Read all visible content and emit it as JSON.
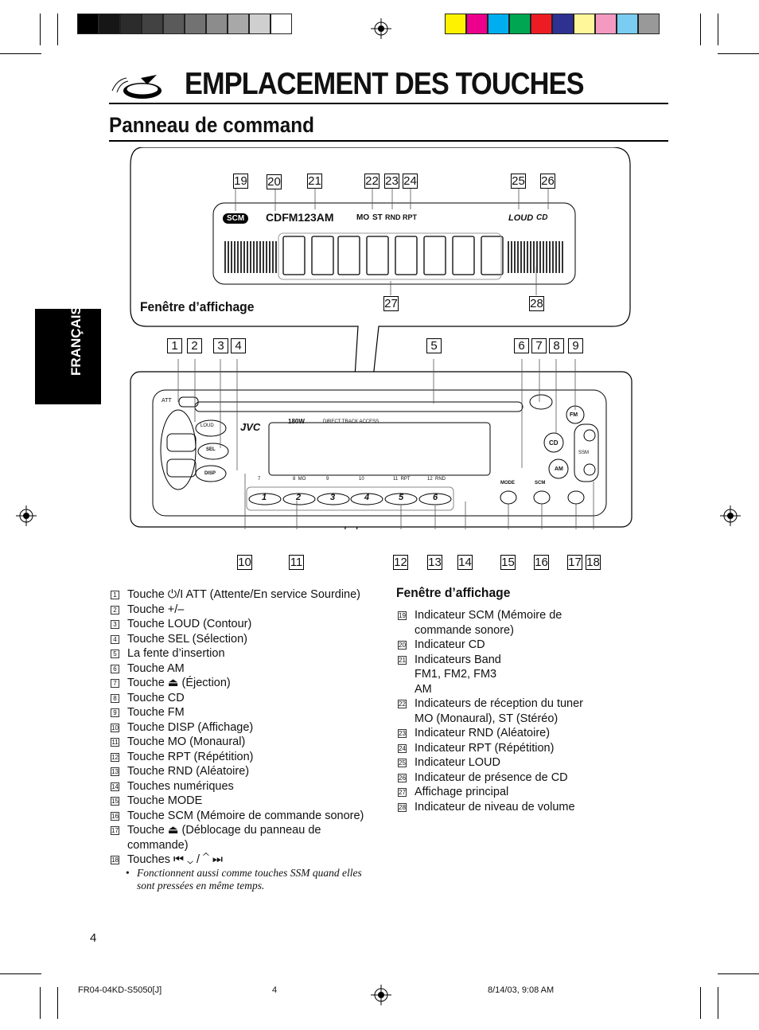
{
  "header": {
    "title": "EMPLACEMENT DES TOUCHES",
    "subtitle": "Panneau de command"
  },
  "side_tab": {
    "label": "FRANÇAIS"
  },
  "colors": {
    "gray_swatches": [
      "#000000",
      "#161616",
      "#2c2c2c",
      "#424242",
      "#5a5a5a",
      "#727272",
      "#8c8c8c",
      "#a8a8a8",
      "#cfcfcf",
      "#ffffff"
    ],
    "color_swatches": [
      "#fff200",
      "#ec008c",
      "#00aeef",
      "#00a651",
      "#ed1c24",
      "#2e3192",
      "#fff799",
      "#f49ac1",
      "#7accf0",
      "#999999"
    ]
  },
  "display_window": {
    "label": "Fenêtre d’affichage",
    "indicators": {
      "scm": "SCM",
      "band": "CDFM123AM",
      "mo": "MO",
      "st": "ST",
      "rnd": "RND",
      "rpt": "RPT",
      "loud": "LOUD",
      "cd": "CD"
    },
    "callouts": [
      "19",
      "20",
      "21",
      "22",
      "23",
      "24",
      "25",
      "26",
      "27",
      "28"
    ]
  },
  "panel": {
    "brand": "JVC",
    "model": "180W",
    "direct_track_access": "DIRECT  TRACK  ACCESS",
    "att": "ATT",
    "buttons": {
      "loud": "LOUD",
      "sel": "SEL",
      "disp": "DISP",
      "fm": "FM",
      "cd": "CD",
      "am": "AM",
      "ssm": "SSM",
      "mode": "MODE",
      "scm": "SCM"
    },
    "preset_labels": [
      "7",
      "8  MO",
      "9",
      "10",
      "11  RPT",
      "12  RND"
    ],
    "presets": [
      "1",
      "2",
      "3",
      "4",
      "5",
      "6"
    ],
    "callouts_top": [
      "1",
      "2",
      "3",
      "4",
      "5",
      "6",
      "7",
      "8",
      "9"
    ],
    "callouts_bottom": [
      "10",
      "11",
      "12",
      "13",
      "14",
      "15",
      "16",
      "17",
      "18"
    ]
  },
  "legend_left": [
    {
      "n": "1",
      "text": "Touche ⏻/I ATT (Attente/En service Sourdine)"
    },
    {
      "n": "2",
      "text": "Touche +/–"
    },
    {
      "n": "3",
      "text": "Touche LOUD (Contour)"
    },
    {
      "n": "4",
      "text": "Touche SEL (Sélection)"
    },
    {
      "n": "5",
      "text": "La fente d’insertion"
    },
    {
      "n": "6",
      "text": "Touche AM"
    },
    {
      "n": "7",
      "text": "Touche ⏏ (Éjection)"
    },
    {
      "n": "8",
      "text": "Touche CD"
    },
    {
      "n": "9",
      "text": "Touche FM"
    },
    {
      "n": "10",
      "text": "Touche DISP (Affichage)"
    },
    {
      "n": "11",
      "text": "Touche MO (Monaural)"
    },
    {
      "n": "12",
      "text": "Touche RPT (Répétition)"
    },
    {
      "n": "13",
      "text": "Touche RND (Aléatoire)"
    },
    {
      "n": "14",
      "text": "Touches numériques"
    },
    {
      "n": "15",
      "text": "Touche MODE"
    },
    {
      "n": "16",
      "text": "Touche SCM (Mémoire de commande sonore)"
    },
    {
      "n": "17",
      "text": "Touche ⏏ (Déblocage du panneau de"
    },
    {
      "n": "",
      "text": "commande)"
    },
    {
      "n": "18",
      "text": "Touches ⏮ ⌄ / ⌃ ⏭"
    }
  ],
  "legend_note": "Fonctionnent aussi comme touches SSM quand elles sont pressées en même temps.",
  "legend_right_title": "Fenêtre d’affichage",
  "legend_right": [
    {
      "n": "19",
      "text": "Indicateur SCM (Mémoire de"
    },
    {
      "n": "",
      "text": "commande sonore)"
    },
    {
      "n": "20",
      "text": "Indicateur CD"
    },
    {
      "n": "21",
      "text": "Indicateurs Band"
    },
    {
      "n": "",
      "text": "FM1, FM2, FM3"
    },
    {
      "n": "",
      "text": "AM"
    },
    {
      "n": "22",
      "text": "Indicateurs de réception du tuner"
    },
    {
      "n": "",
      "text": "MO (Monaural), ST (Stéréo)"
    },
    {
      "n": "23",
      "text": "Indicateur RND (Aléatoire)"
    },
    {
      "n": "24",
      "text": "Indicateur RPT (Répétition)"
    },
    {
      "n": "25",
      "text": "Indicateur LOUD"
    },
    {
      "n": "26",
      "text": "Indicateur de présence de CD"
    },
    {
      "n": "27",
      "text": "Affichage principal"
    },
    {
      "n": "28",
      "text": "Indicateur de niveau de volume"
    }
  ],
  "page_number": "4",
  "footer": {
    "file": "FR04-04KD-S5050[J]",
    "page": "4",
    "date": "8/14/03, 9:08 AM"
  }
}
